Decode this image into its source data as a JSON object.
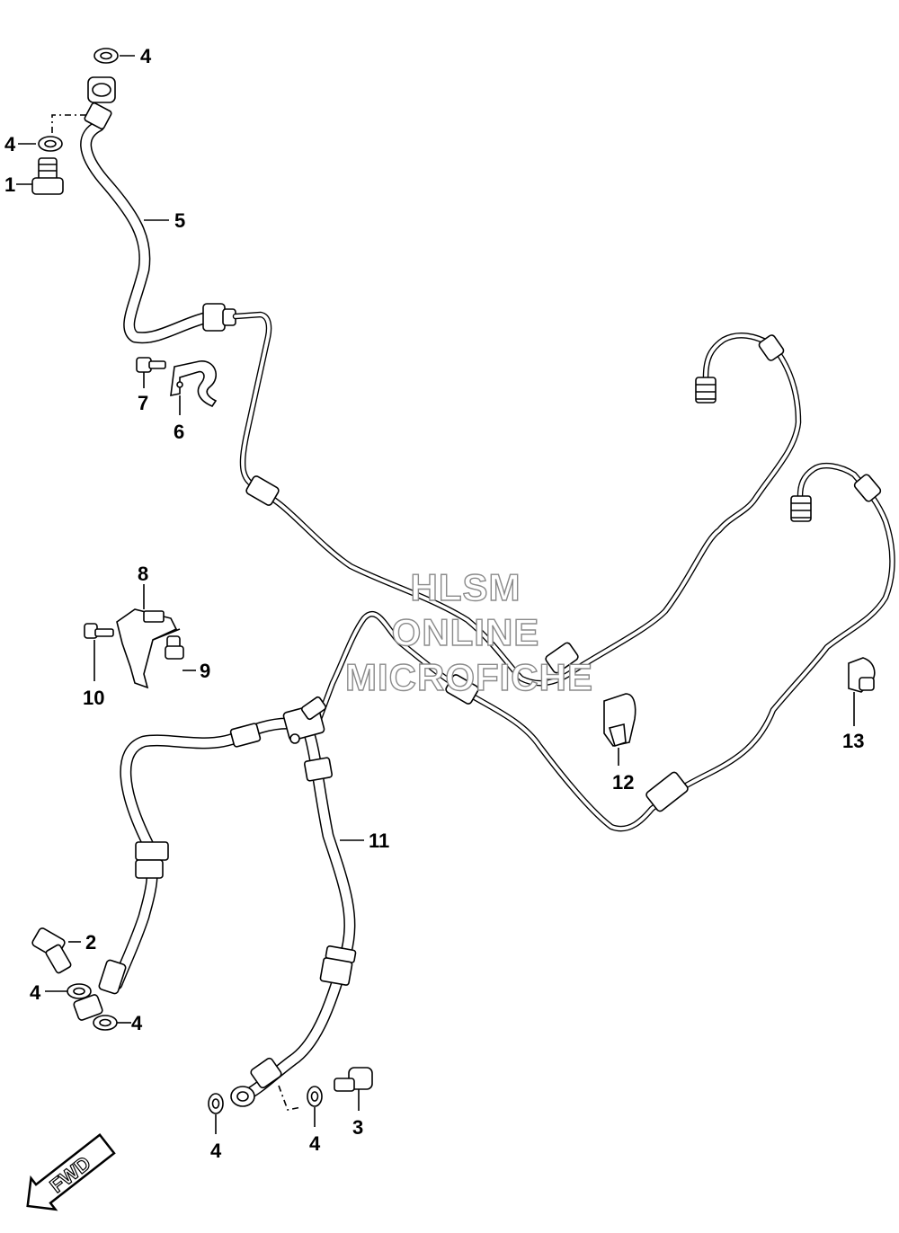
{
  "watermark": {
    "line1": "HLSM",
    "line2": "ONLINE",
    "line3": "MICROFICHE"
  },
  "fwd_label": "FWD",
  "callouts": {
    "c1": "1",
    "c2": "2",
    "c3": "3",
    "c4a": "4",
    "c4b": "4",
    "c4c": "4",
    "c4d": "4",
    "c4e": "4",
    "c4f": "4",
    "c5": "5",
    "c6": "6",
    "c7": "7",
    "c8": "8",
    "c9": "9",
    "c10": "10",
    "c11": "11",
    "c12": "12",
    "c13": "13"
  }
}
